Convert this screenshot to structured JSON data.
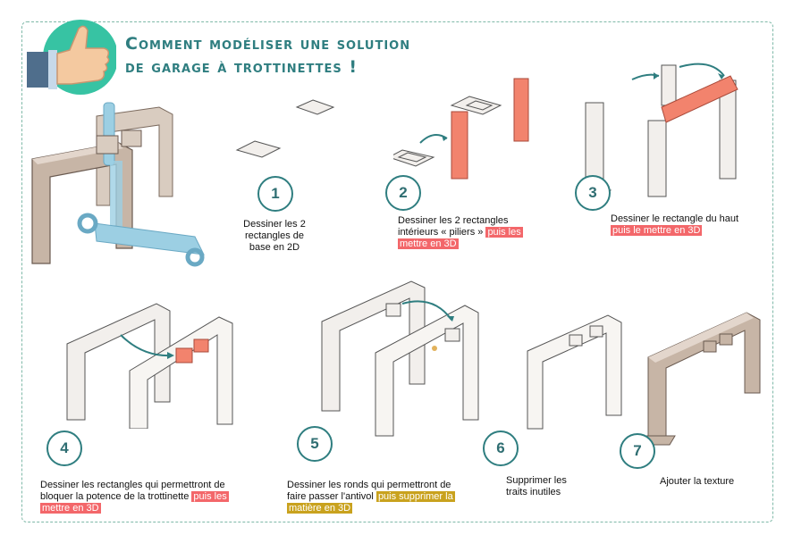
{
  "title": {
    "line1": "Comment modéliser une solution",
    "line2": "de garage à trottinettes !"
  },
  "colors": {
    "accent": "#2f7e80",
    "highlight_red": "#f3676a",
    "highlight_gold": "#c9a21e",
    "structure_wood": "#c7b5a6",
    "scooter_blue": "#9ccfe3"
  },
  "steps": [
    {
      "number": "1",
      "text_lines": [
        "Dessiner les 2",
        "rectangles de",
        "base en 2D"
      ],
      "highlight": ""
    },
    {
      "number": "2",
      "text_lines": [
        "Dessiner les 2 rectangles",
        "intérieurs « piliers »"
      ],
      "highlight_parts": [
        "puis les",
        "mettre en 3D"
      ]
    },
    {
      "number": "3",
      "text_lines": [
        "Dessiner le rectangle du haut"
      ],
      "highlight_parts": [
        "puis le mettre en 3D"
      ]
    },
    {
      "number": "4",
      "text_lines": [
        "Dessiner les rectangles qui permettront de",
        "bloquer la potence de la trottinette"
      ],
      "highlight_parts": [
        "puis les",
        "mettre en 3D"
      ]
    },
    {
      "number": "5",
      "text_lines": [
        "Dessiner les ronds qui permettront de",
        "faire passer l'antivol"
      ],
      "highlight_parts": [
        "puis supprimer la",
        "matière en 3D"
      ]
    },
    {
      "number": "6",
      "text_lines": [
        "Supprimer les",
        "traits inutiles"
      ],
      "highlight": ""
    },
    {
      "number": "7",
      "text_lines": [
        "Ajouter la texture"
      ],
      "highlight": ""
    }
  ]
}
